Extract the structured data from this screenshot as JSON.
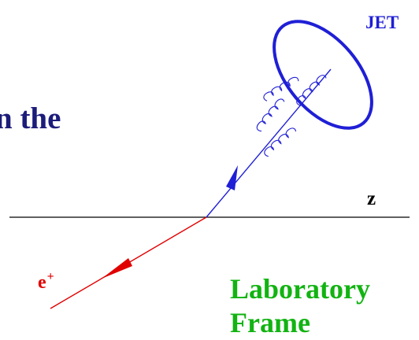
{
  "title_partial": "n the",
  "jet_label": "JET",
  "z_axis_label": "z",
  "positron_label": "e",
  "positron_charge": "+",
  "frame_label": [
    "Laboratory",
    "Frame"
  ],
  "colors": {
    "title": "#1c1c7a",
    "jet": "#1f1fd6",
    "positron": "#e10000",
    "frame": "#12b312",
    "axis": "#000000"
  }
}
